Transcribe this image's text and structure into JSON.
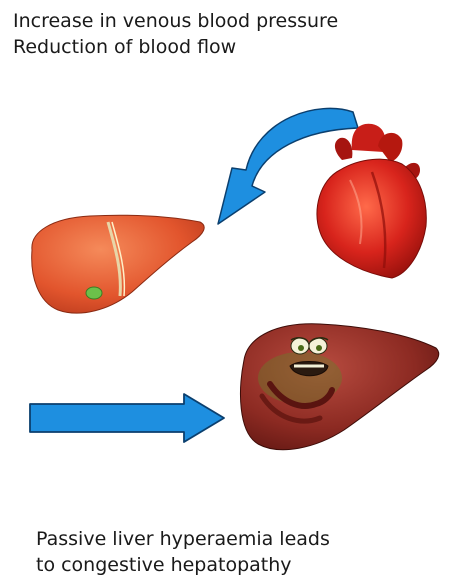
{
  "top_caption": {
    "line1": "Increase in venous blood pressure",
    "line2": "Reduction of blood flow"
  },
  "bottom_caption": {
    "line1": "Passive liver hyperaemia leads",
    "line2": "to congestive hepatopathy"
  },
  "colors": {
    "arrow_blue": "#1e8fe0",
    "arrow_outline": "#0b3f6e",
    "heart_red": "#d8241c",
    "liver_healthy": "#e2552d",
    "liver_congested": "#8c2a22",
    "gallbladder": "#6cc04a"
  },
  "icons": [
    "curved-arrow-icon",
    "heart-icon",
    "healthy-liver-icon",
    "straight-arrow-icon",
    "congested-liver-icon"
  ]
}
